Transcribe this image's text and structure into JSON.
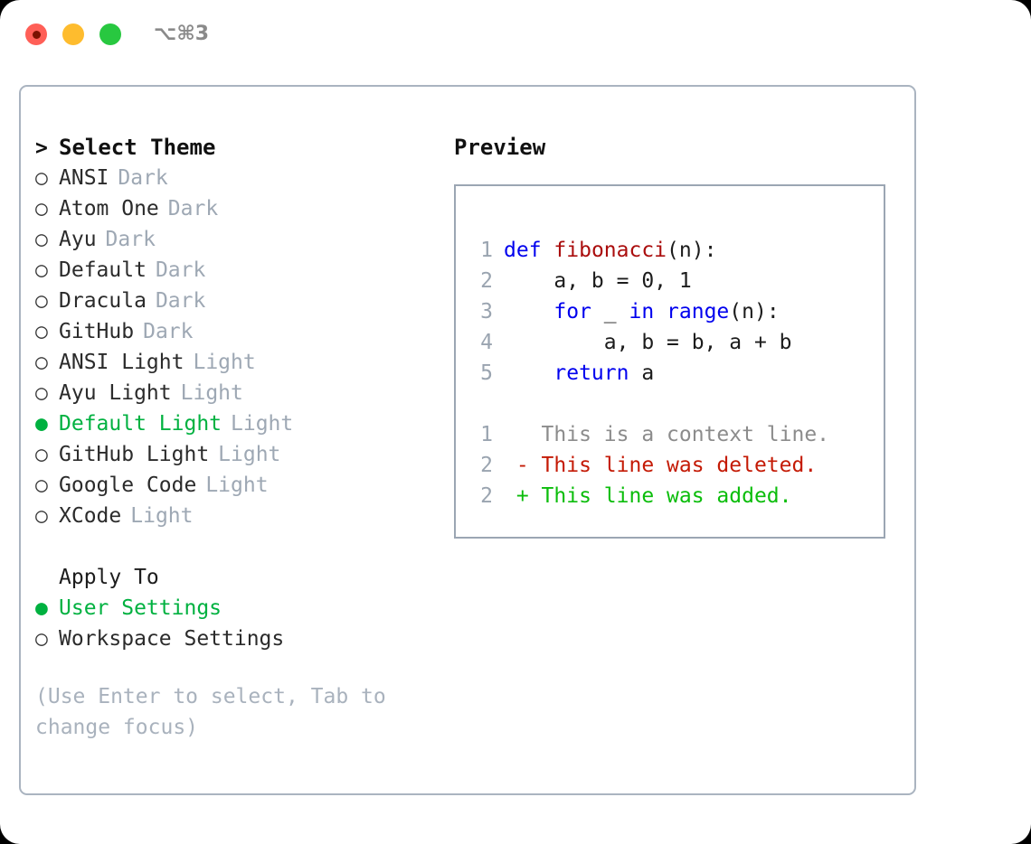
{
  "titlebar": {
    "shortcut": "⌥⌘3",
    "buttons": [
      {
        "name": "close",
        "color": "#ff5f57"
      },
      {
        "name": "minimize",
        "color": "#febc2e"
      },
      {
        "name": "maximize",
        "color": "#28c840"
      }
    ]
  },
  "theme_picker": {
    "header_marker": ">",
    "header": "Select Theme",
    "marker_unselected": "○",
    "marker_selected": "●",
    "items": [
      {
        "name": "ANSI",
        "tag": "Dark",
        "selected": false
      },
      {
        "name": "Atom One",
        "tag": "Dark",
        "selected": false
      },
      {
        "name": "Ayu",
        "tag": "Dark",
        "selected": false
      },
      {
        "name": "Default",
        "tag": "Dark",
        "selected": false
      },
      {
        "name": "Dracula",
        "tag": "Dark",
        "selected": false
      },
      {
        "name": "GitHub",
        "tag": "Dark",
        "selected": false
      },
      {
        "name": "ANSI Light",
        "tag": "Light",
        "selected": false
      },
      {
        "name": "Ayu Light",
        "tag": "Light",
        "selected": false
      },
      {
        "name": "Default Light",
        "tag": "Light",
        "selected": true
      },
      {
        "name": "GitHub Light",
        "tag": "Light",
        "selected": false
      },
      {
        "name": "Google Code",
        "tag": "Light",
        "selected": false
      },
      {
        "name": "XCode",
        "tag": "Light",
        "selected": false
      }
    ]
  },
  "apply_to": {
    "header": "Apply To",
    "items": [
      {
        "name": "User Settings",
        "selected": true
      },
      {
        "name": "Workspace Settings",
        "selected": false
      }
    ]
  },
  "hint": "(Use Enter to select, Tab to change focus)",
  "preview": {
    "title": "Preview",
    "code_lines": [
      {
        "no": "1",
        "tokens": [
          {
            "t": "def",
            "c": "kw"
          },
          {
            "t": " ",
            "c": "plain"
          },
          {
            "t": "fibonacci",
            "c": "fn"
          },
          {
            "t": "(n):",
            "c": "plain"
          }
        ]
      },
      {
        "no": "2",
        "tokens": [
          {
            "t": "    a, b = 0, 1",
            "c": "plain"
          }
        ]
      },
      {
        "no": "3",
        "tokens": [
          {
            "t": "    ",
            "c": "plain"
          },
          {
            "t": "for",
            "c": "kw"
          },
          {
            "t": " _ ",
            "c": "plain"
          },
          {
            "t": "in",
            "c": "kw"
          },
          {
            "t": " ",
            "c": "plain"
          },
          {
            "t": "range",
            "c": "kw"
          },
          {
            "t": "(n):",
            "c": "plain"
          }
        ]
      },
      {
        "no": "4",
        "tokens": [
          {
            "t": "        a, b = b, a + b",
            "c": "plain"
          }
        ]
      },
      {
        "no": "5",
        "tokens": [
          {
            "t": "    ",
            "c": "plain"
          },
          {
            "t": "return",
            "c": "kw"
          },
          {
            "t": " a",
            "c": "plain"
          }
        ]
      }
    ],
    "diff_lines": [
      {
        "no": "1",
        "sign": " ",
        "text": "This is a context line.",
        "kind": "ctx"
      },
      {
        "no": "2",
        "sign": "-",
        "text": "This line was deleted.",
        "kind": "del"
      },
      {
        "no": "2",
        "sign": "+",
        "text": "This line was added.",
        "kind": "add"
      }
    ]
  },
  "colors": {
    "accent_green": "#00b140",
    "muted_tag": "#9ea8b4",
    "hint": "#a9b2bd",
    "keyword_blue": "#0000ee",
    "function_red": "#aa0d0d",
    "diff_delete": "#c41a05",
    "diff_add": "#0bbd0b",
    "line_number": "#9aa4b0",
    "panel_border": "#aab4c0",
    "preview_border": "#9ba6b3"
  }
}
